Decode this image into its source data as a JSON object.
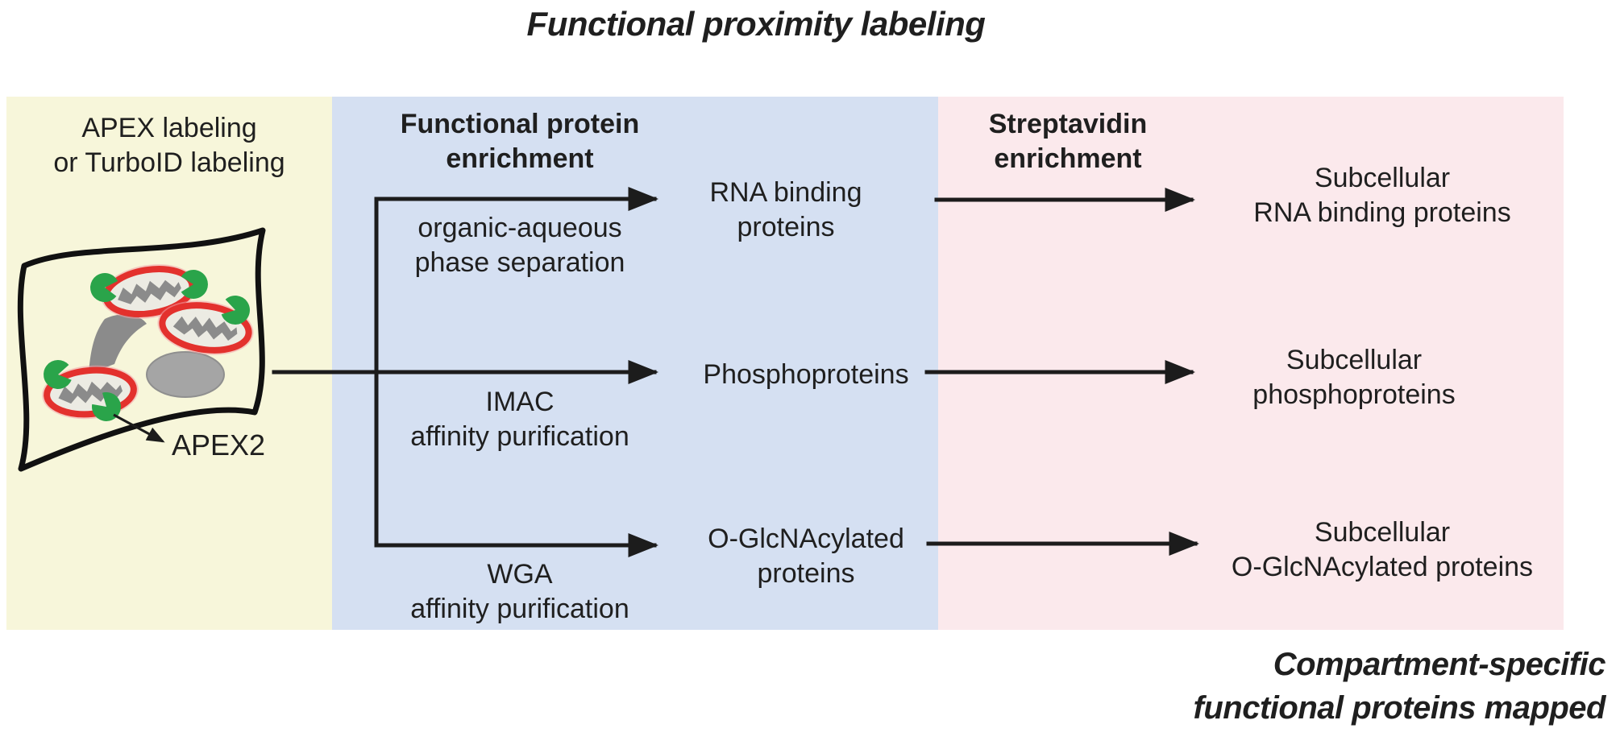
{
  "title": "Functional proximity labeling",
  "panels": {
    "labeling": {
      "heading_line1": "APEX labeling",
      "heading_line2": "or TurboID labeling",
      "apex2_label": "APEX2"
    },
    "enrichment": {
      "heading_line1": "Functional protein",
      "heading_line2": "enrichment",
      "methods": [
        {
          "line1": "organic-aqueous",
          "line2": "phase separation"
        },
        {
          "line1": "IMAC",
          "line2": "affinity purification"
        },
        {
          "line1": "WGA",
          "line2": "affinity purification"
        }
      ],
      "products": [
        {
          "line1": "RNA binding",
          "line2": "proteins"
        },
        {
          "line1": "Phosphoproteins"
        },
        {
          "line1": "O-GlcNAcylated",
          "line2": "proteins"
        }
      ]
    },
    "streptavidin": {
      "heading_line1": "Streptavidin",
      "heading_line2": "enrichment",
      "outputs": [
        {
          "line1": "Subcellular",
          "line2": "RNA binding proteins"
        },
        {
          "line1": "Subcellular",
          "line2": "phosphoproteins"
        },
        {
          "line1": "Subcellular",
          "line2": "O-GlcNAcylated proteins"
        }
      ]
    }
  },
  "footer": {
    "line1": "Compartment-specific",
    "line2": "functional proteins mapped"
  },
  "colors": {
    "panel-yellow": "#f7f6da",
    "panel-blue": "#d5e0f2",
    "panel-pink": "#fbe9ec",
    "enzyme-green": "#2aa44a",
    "mito-red": "#e3312d",
    "mito-halo": "#f2a3aa",
    "mito-fill": "#ecebe3",
    "organelle-gray": "#8b8b8b",
    "nucleus-gray": "#a5a5a5",
    "line-black": "#1c1c1c",
    "text-dark": "#1f1f1f"
  }
}
